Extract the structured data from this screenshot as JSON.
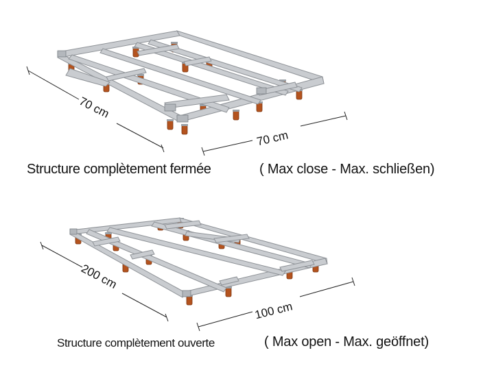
{
  "top_frame": {
    "depth_label": "70 cm",
    "width_label": "70 cm",
    "caption_main": "Structure complètement fermée",
    "caption_sub": "( Max close - Max. schließen)"
  },
  "bottom_frame": {
    "depth_label": "200 cm",
    "width_label": "100 cm",
    "caption_main": "Structure complètement ouverte",
    "caption_sub": "( Max open - Max. geöffnet)"
  },
  "colors": {
    "frame_fill": "#c9ccd0",
    "frame_edge": "#8e9297",
    "leg": "#b4531e",
    "dimension_line": "#222222"
  }
}
